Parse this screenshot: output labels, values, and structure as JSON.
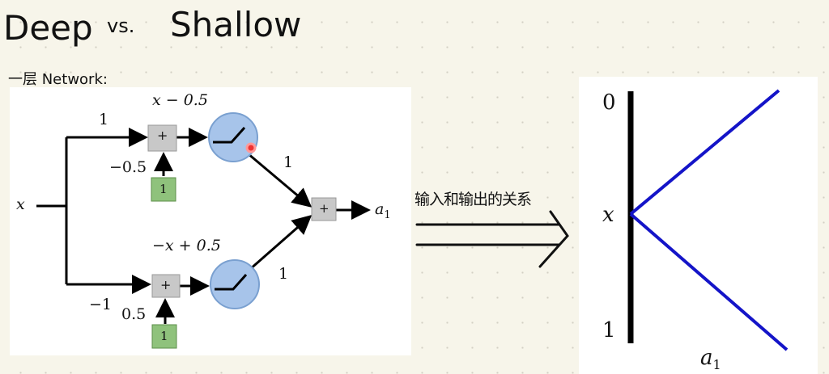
{
  "title": {
    "left": "Deep",
    "vs": "vs.",
    "right": "Shallow"
  },
  "subtitle": "一层 Network:",
  "network": {
    "input": "x",
    "top_weight": "1",
    "top_bias": "−0.5",
    "top_bias_input": "1",
    "top_sum": "+",
    "top_pre_activation": "x − 0.5",
    "top_out_weight": "1",
    "bottom_weight": "−1",
    "bottom_bias": "0.5",
    "bottom_bias_input": "1",
    "bottom_sum": "+",
    "bottom_pre_activation": "−x + 0.5",
    "bottom_out_weight": "1",
    "out_sum": "+",
    "output": "a",
    "output_sub": "1"
  },
  "arrow_note": "输入和输出的关系",
  "plot": {
    "y_top": "0",
    "y_mid": "x",
    "y_bottom": "1",
    "x_label": "a",
    "x_label_sub": "1",
    "line_color": "#1414c8"
  }
}
